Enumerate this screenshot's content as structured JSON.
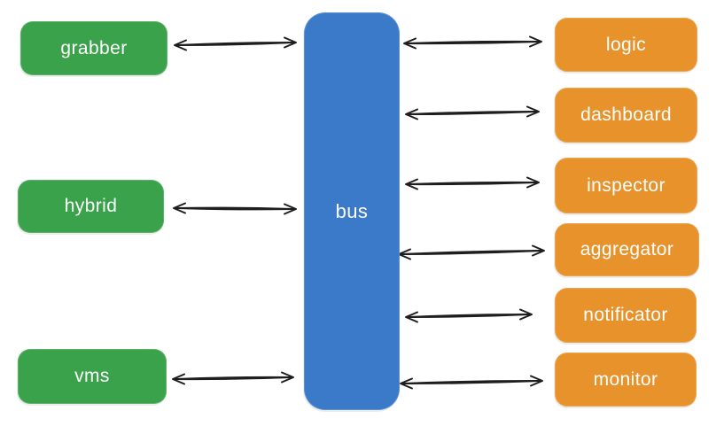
{
  "diagram": {
    "bus": {
      "id": "bus",
      "label": "bus"
    },
    "left_nodes": [
      {
        "id": "grabber",
        "label": "grabber"
      },
      {
        "id": "hybrid",
        "label": "hybrid"
      },
      {
        "id": "vms",
        "label": "vms"
      }
    ],
    "right_nodes": [
      {
        "id": "logic",
        "label": "logic"
      },
      {
        "id": "dashboard",
        "label": "dashboard"
      },
      {
        "id": "inspector",
        "label": "inspector"
      },
      {
        "id": "aggregator",
        "label": "aggregator"
      },
      {
        "id": "notificator",
        "label": "notificator"
      },
      {
        "id": "monitor",
        "label": "monitor"
      }
    ],
    "connections": [
      {
        "from": "grabber",
        "to": "bus",
        "bidirectional": true
      },
      {
        "from": "hybrid",
        "to": "bus",
        "bidirectional": true
      },
      {
        "from": "vms",
        "to": "bus",
        "bidirectional": true
      },
      {
        "from": "bus",
        "to": "logic",
        "bidirectional": true
      },
      {
        "from": "bus",
        "to": "dashboard",
        "bidirectional": true
      },
      {
        "from": "bus",
        "to": "inspector",
        "bidirectional": true
      },
      {
        "from": "bus",
        "to": "aggregator",
        "bidirectional": true
      },
      {
        "from": "bus",
        "to": "notificator",
        "bidirectional": true
      },
      {
        "from": "bus",
        "to": "monitor",
        "bidirectional": true
      }
    ],
    "colors": {
      "left_node_fill": "#3AA24B",
      "right_node_fill": "#E8922C",
      "bus_fill": "#3B79C9",
      "node_text": "#FFFFFF",
      "arrow": "#1E1E1E",
      "background": "#FFFFFF"
    }
  }
}
